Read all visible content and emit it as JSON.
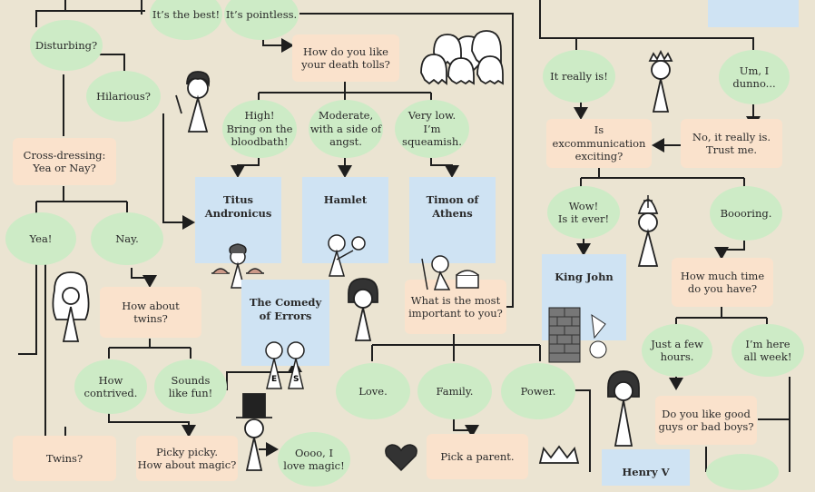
{
  "nodes": {
    "its_the_best": "It’s the best!",
    "its_pointless": "It’s pointless.",
    "disturbing": "Disturbing?",
    "hilarious": "Hilarious?",
    "death_tolls": "How do you like\nyour death tolls?",
    "high": "High!\nBring on the\nbloodbath!",
    "moderate": "Moderate,\nwith a side of\nangst.",
    "very_low": "Very low.\nI’m squeamish.",
    "cross_dressing": "Cross-dressing:\nYea or Nay?",
    "yea": "Yea!",
    "nay": "Nay.",
    "twins_q": "How about\ntwins?",
    "how_contrived": "How\ncontrived.",
    "sounds_fun": "Sounds\nlike fun!",
    "twins": "Twins?",
    "picky": "Picky picky.\nHow about magic?",
    "ooo_magic": "Oooo, I\nlove magic!",
    "most_important": "What is the most\nimportant to you?",
    "love": "Love.",
    "family": "Family.",
    "power": "Power.",
    "pick_parent": "Pick a parent.",
    "it_really_is": "It really is!",
    "um_dunno": "Um, I\ndunno...",
    "excommunication": "Is excommunication\nexciting?",
    "no_really": "No, it really is.\nTrust me.",
    "wow": "Wow!\nIs it ever!",
    "booring": "Boooring.",
    "how_much_time": "How much time\ndo you have?",
    "just_few_hours": "Just a few\nhours.",
    "here_all_week": "I’m here\nall week!",
    "good_bad_guys": "Do you like good\nguys or bad boys?"
  },
  "plays": {
    "titus": "Titus Andronicus",
    "hamlet": "Hamlet",
    "timon": "Timon of Athens",
    "comedy": "The Comedy\nof Errors",
    "king_john": "King John",
    "henry_v": "Henry V"
  },
  "colors": {
    "background": "#ebe4d2",
    "question_box": "#fae2cc",
    "answer_ellipse": "#cdebc6",
    "play_panel": "#cfe3f3",
    "line": "#1e1e1e"
  },
  "icons": [
    "ghosts-icon",
    "heart-icon",
    "crown-icon",
    "bishop-icon",
    "king-icon"
  ]
}
